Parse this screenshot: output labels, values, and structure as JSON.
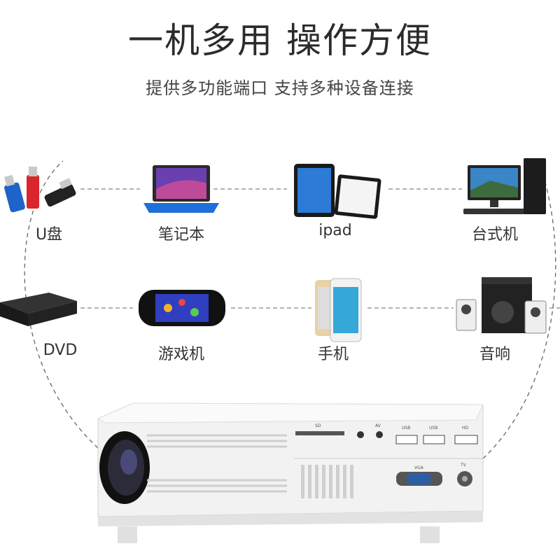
{
  "headline": "一机多用 操作方便",
  "subheadline": "提供多功能端口 支持多种设备连接",
  "devices": [
    {
      "label": "U盘",
      "icon": "usb-drive-icon"
    },
    {
      "label": "笔记本",
      "icon": "laptop-icon"
    },
    {
      "label": "ipad",
      "icon": "tablet-icon"
    },
    {
      "label": "台式机",
      "icon": "desktop-computer-icon"
    },
    {
      "label": "DVD",
      "icon": "dvd-player-icon"
    },
    {
      "label": "游戏机",
      "icon": "handheld-console-icon"
    },
    {
      "label": "手机",
      "icon": "smartphone-icon"
    },
    {
      "label": "音响",
      "icon": "speaker-set-icon"
    }
  ],
  "projector_ports": {
    "sd": "SD",
    "av": "AV",
    "usb1": "USB",
    "usb2": "USB",
    "hd": "HD",
    "vga": "VGA",
    "tv": "TV"
  },
  "colors": {
    "accent": "#1e6fd9",
    "dash": "#666666",
    "projector": "#f2f2f2"
  }
}
